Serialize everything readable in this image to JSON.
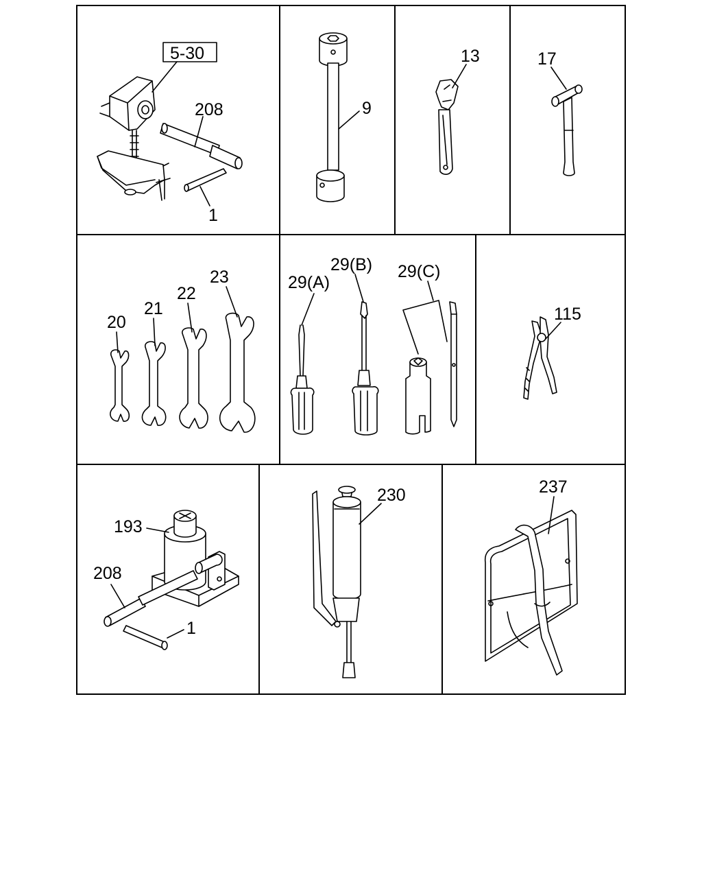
{
  "parts": {
    "ref_box": "5-30",
    "p208_top": "208",
    "p1_top": "1",
    "p9": "9",
    "p13": "13",
    "p17": "17",
    "p20": "20",
    "p21": "21",
    "p22": "22",
    "p23": "23",
    "p29a": "29(A)",
    "p29b": "29(B)",
    "p29c": "29(C)",
    "p115": "115",
    "p193": "193",
    "p208_bottom": "208",
    "p1_bottom": "1",
    "p230": "230",
    "p237": "237"
  }
}
